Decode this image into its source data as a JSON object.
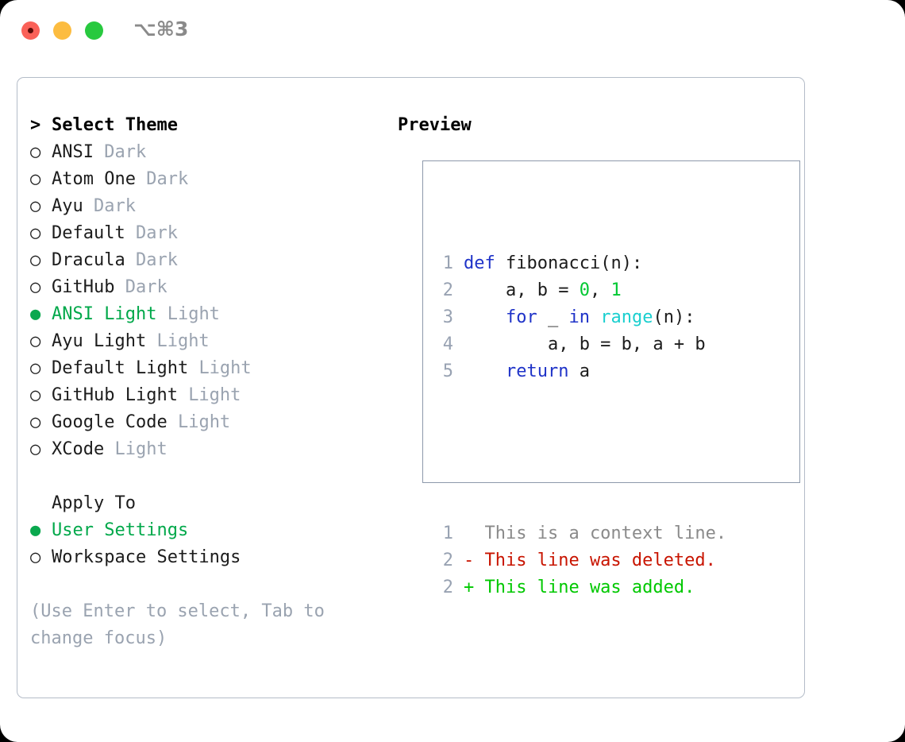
{
  "titlebar": {
    "shortcut": "⌥⌘3",
    "buttons": [
      {
        "name": "close",
        "color": "#fa6158"
      },
      {
        "name": "minimize",
        "color": "#fcbc40"
      },
      {
        "name": "maximize",
        "color": "#28c93f"
      }
    ]
  },
  "theme_panel": {
    "heading_prefix": ">",
    "heading": "Select Theme",
    "radio_unselected": "○",
    "radio_selected": "●",
    "items": [
      {
        "name": "ANSI",
        "kind": "Dark",
        "selected": false
      },
      {
        "name": "Atom One",
        "kind": "Dark",
        "selected": false
      },
      {
        "name": "Ayu",
        "kind": "Dark",
        "selected": false
      },
      {
        "name": "Default",
        "kind": "Dark",
        "selected": false
      },
      {
        "name": "Dracula",
        "kind": "Dark",
        "selected": false
      },
      {
        "name": "GitHub",
        "kind": "Dark",
        "selected": false
      },
      {
        "name": "ANSI Light",
        "kind": "Light",
        "selected": true
      },
      {
        "name": "Ayu Light",
        "kind": "Light",
        "selected": false
      },
      {
        "name": "Default Light",
        "kind": "Light",
        "selected": false
      },
      {
        "name": "GitHub Light",
        "kind": "Light",
        "selected": false
      },
      {
        "name": "Google Code",
        "kind": "Light",
        "selected": false
      },
      {
        "name": "XCode",
        "kind": "Light",
        "selected": false
      }
    ]
  },
  "apply_to": {
    "heading": "Apply To",
    "options": [
      {
        "label": "User Settings",
        "selected": true
      },
      {
        "label": "Workspace Settings",
        "selected": false
      }
    ]
  },
  "help": {
    "line1": "(Use Enter to select, Tab to",
    "line2": "change focus)"
  },
  "preview": {
    "title": "Preview",
    "code": {
      "lines": [
        {
          "num": "1",
          "tokens": [
            {
              "t": "def",
              "c": "kw"
            },
            {
              "t": " ",
              "c": "id"
            },
            {
              "t": "fibonacci(n):",
              "c": "id"
            }
          ]
        },
        {
          "num": "2",
          "tokens": [
            {
              "t": "    a, b = ",
              "c": "id"
            },
            {
              "t": "0",
              "c": "num"
            },
            {
              "t": ", ",
              "c": "id"
            },
            {
              "t": "1",
              "c": "num"
            }
          ]
        },
        {
          "num": "3",
          "tokens": [
            {
              "t": "    ",
              "c": "id"
            },
            {
              "t": "for",
              "c": "kw"
            },
            {
              "t": " _ ",
              "c": "id"
            },
            {
              "t": "in",
              "c": "kw"
            },
            {
              "t": " ",
              "c": "id"
            },
            {
              "t": "range",
              "c": "fn"
            },
            {
              "t": "(n):",
              "c": "id"
            }
          ]
        },
        {
          "num": "4",
          "tokens": [
            {
              "t": "        a, b = b, a + b",
              "c": "id"
            }
          ]
        },
        {
          "num": "5",
          "tokens": [
            {
              "t": "    ",
              "c": "id"
            },
            {
              "t": "return",
              "c": "kw"
            },
            {
              "t": " a",
              "c": "id"
            }
          ]
        }
      ]
    },
    "diff": {
      "lines": [
        {
          "num": "1",
          "sign": " ",
          "text": "This is a context line.",
          "kind": "ctx"
        },
        {
          "num": "2",
          "sign": "-",
          "text": "This line was deleted.",
          "kind": "del"
        },
        {
          "num": "2",
          "sign": "+",
          "text": "This line was added.",
          "kind": "add"
        }
      ]
    }
  },
  "colors": {
    "selected_green": "#00a84a",
    "dim_gray": "#9aa3b0",
    "keyword_blue": "#1f33c8",
    "function_cyan": "#1acfcf",
    "number_green": "#00c832",
    "diff_add_green": "#00c800",
    "diff_del_red": "#c81400",
    "line_number": "#98a2b2",
    "panel_border": "#b4bcc8",
    "preview_border": "#8d99ab"
  }
}
